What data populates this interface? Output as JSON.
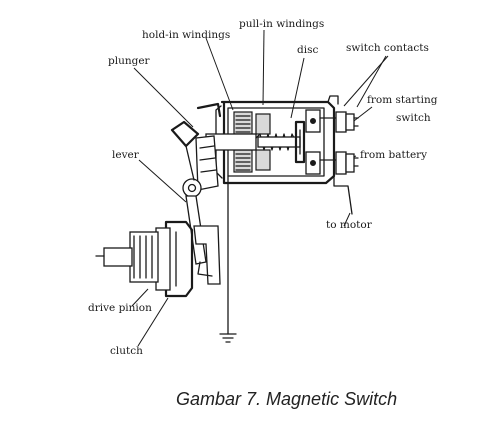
{
  "figure": {
    "caption": "Gambar 7. Magnetic Switch",
    "labels": {
      "hold_in_windings": "hold-in windings",
      "pull_in_windings": "pull-in windings",
      "disc": "disc",
      "switch_contacts": "switch contacts",
      "plunger": "plunger",
      "from_starting": "from starting",
      "switch": "switch",
      "lever": "lever",
      "from_battery": "from battery",
      "to_motor": "to motor",
      "drive_pinion": "drive pinion",
      "clutch": "clutch"
    }
  }
}
